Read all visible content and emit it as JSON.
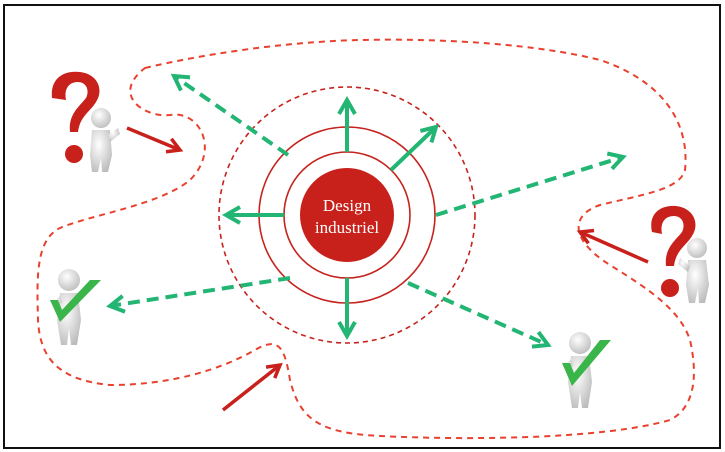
{
  "center": {
    "label_line1": "Design",
    "label_line2": "industriel"
  },
  "colors": {
    "frame": "#111111",
    "boundary": "#e8412e",
    "ring": "#c6231d",
    "core": "#c8211b",
    "green_arrow": "#22b573",
    "red_arrow": "#c8211b",
    "question_mark": "#c8211b",
    "check_mark": "#3ab54a",
    "figure": "#e9e9e9"
  },
  "figures": [
    {
      "name": "thinking-figure-top-left",
      "icon": "question-mark-icon"
    },
    {
      "name": "thinking-figure-right",
      "icon": "question-mark-icon"
    },
    {
      "name": "approving-figure-left",
      "icon": "check-mark-icon"
    },
    {
      "name": "approving-figure-bottom",
      "icon": "check-mark-icon"
    }
  ]
}
